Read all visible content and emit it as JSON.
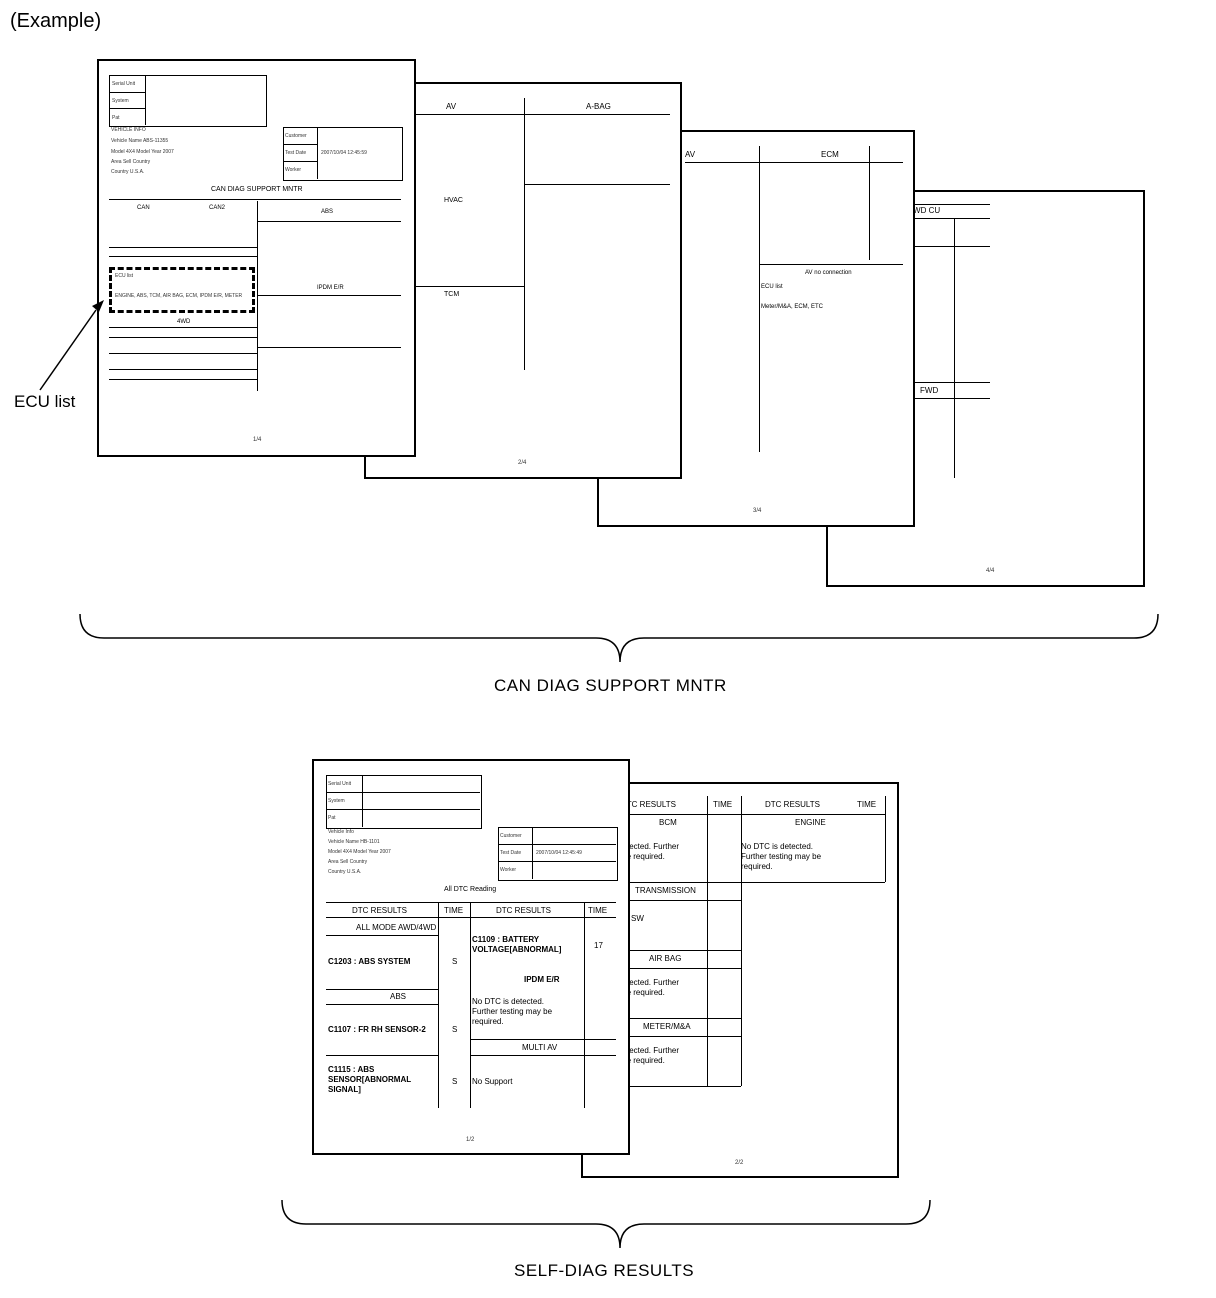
{
  "example_label": "(Example)",
  "callout_label": "ECU list",
  "can": {
    "label": "CAN DIAG SUPPORT MNTR",
    "page1": {
      "fields": [
        "Serial Unit",
        "System",
        "Pat"
      ],
      "title": "CAN DIAG SUPPORT MNTR",
      "right_fields": [
        "Customer",
        "Test Date",
        "Worker"
      ],
      "test_date_value": "2007/10/04 12:45:59",
      "vehicle_rows": [
        "VEHICLE INFO",
        "Vehicle Name  ABS-11355",
        "Model   4X4   Model Year   2007",
        "Area   Sell Country",
        "Country   U.S.A."
      ],
      "col_a": "CAN",
      "col_b": "CAN2",
      "col_c": "ABS",
      "ecu_box_title": "ECU list",
      "ecu_box_text": "ENGINE, ABS, TCM, AIR BAG, ECM, IPDM E/R, METER",
      "sect_4wd": "4WD",
      "sect_ipdm": "IPDM E/R",
      "page_no": "1/4"
    },
    "page2": {
      "left_head": "AV",
      "right_head": "A-BAG",
      "mid1": "HVAC",
      "mid2": "TCM",
      "page_no": "2/4"
    },
    "page3": {
      "left_head": "AV",
      "right_head": "ECM",
      "note": "AV no connection",
      "ecu_label": "ECU list",
      "ecu_text": "Meter/M&A, ECM, ETC",
      "page_no": "3/4"
    },
    "page4": {
      "head": "AWD CU",
      "sub": "FWD",
      "page_no": "4/4"
    }
  },
  "self": {
    "label": "SELF-DIAG RESULTS",
    "front": {
      "fields": [
        "Serial Unit",
        "System",
        "Pat"
      ],
      "vehicle_rows": [
        "Vehicle Info",
        "Vehicle Name    HB-1101",
        "Model   4X4   Model Year   2007",
        "Area   Sell Country",
        "Country   U.S.A."
      ],
      "right_fields": [
        "Customer",
        "Test Date",
        "Worker"
      ],
      "test_date_value": "2007/10/04 12:45:49",
      "heading": "All DTC Reading",
      "col_results": "DTC RESULTS",
      "col_time": "TIME",
      "left_section1": "ALL MODE AWD/4WD",
      "left_row1": "C1203 : ABS SYSTEM",
      "left_row1_time": "S",
      "left_section2": "ABS",
      "left_row2": "C1107 : FR RH SENSOR-2",
      "left_row2_time": "S",
      "left_row3": "C1115 : ABS SENSOR[ABNORMAL SIGNAL]",
      "left_row3_time": "S",
      "right_row1": "C1109 : BATTERY VOLTAGE[ABNORMAL]",
      "right_row1_time": "17",
      "right_section2": "IPDM E/R",
      "right_row2": "No DTC is detected. Further testing may be required.",
      "right_section3": "MULTI AV",
      "right_row3": "No Support",
      "page_no": "1/2"
    },
    "back": {
      "col_results": "DTC RESULTS",
      "col_time": "TIME",
      "col_results2": "DTC RESULTS",
      "col_time2": "TIME",
      "s_bcm": "BCM",
      "bcm_text": "No DTC is detected. Further testing may be required.",
      "s_engine": "ENGINE",
      "engine_text": "No DTC is detected. Further testing may be required.",
      "s_trans": "TRANSMISSION",
      "trans_text": "MANU MODE SW",
      "s_airbag": "AIR BAG",
      "airbag_text": "No DTC is detected. Further testing may be required.",
      "s_meter": "METER/M&A",
      "meter_text": "No DTC is detected. Further testing may be required.",
      "page_no": "2/2"
    }
  }
}
